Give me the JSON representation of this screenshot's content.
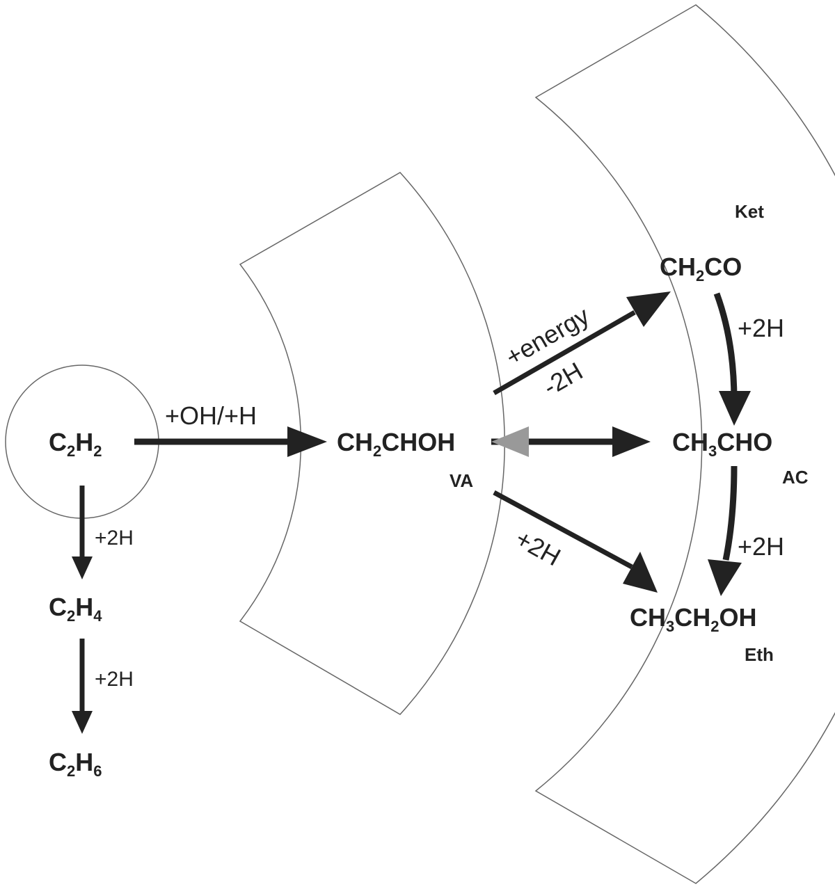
{
  "species": {
    "c2h2": {
      "p1": "C",
      "s1": "2",
      "p2": "H",
      "s2": "2"
    },
    "c2h4": {
      "p1": "C",
      "s1": "2",
      "p2": "H",
      "s2": "4"
    },
    "c2h6": {
      "p1": "C",
      "s1": "2",
      "p2": "H",
      "s2": "6"
    },
    "va": {
      "p1": "CH",
      "s1": "2",
      "p2": "CHOH",
      "abbr": "VA"
    },
    "ket": {
      "p1": "CH",
      "s1": "2",
      "p2": "CO",
      "abbr": "Ket"
    },
    "ac": {
      "p1": "CH",
      "s1": "3",
      "p2": "CHO",
      "abbr": "AC"
    },
    "eth": {
      "p1": "CH",
      "s1": "3",
      "p2": "CH",
      "s2": "2",
      "p3": "OH",
      "abbr": "Eth"
    }
  },
  "steps": {
    "c2h2_to_c2h4": "+2H",
    "c2h4_to_c2h6": "+2H",
    "c2h2_to_va": "+OH/+H",
    "va_to_ket_top": "+energy",
    "va_to_ket_bottom": "-2H",
    "va_to_eth": "+2H",
    "ket_to_ac": "+2H",
    "ac_to_eth": "+2H"
  },
  "colors": {
    "arrow": "#222222",
    "reverse_arrow": "#999999",
    "region_outline": "#666666"
  }
}
